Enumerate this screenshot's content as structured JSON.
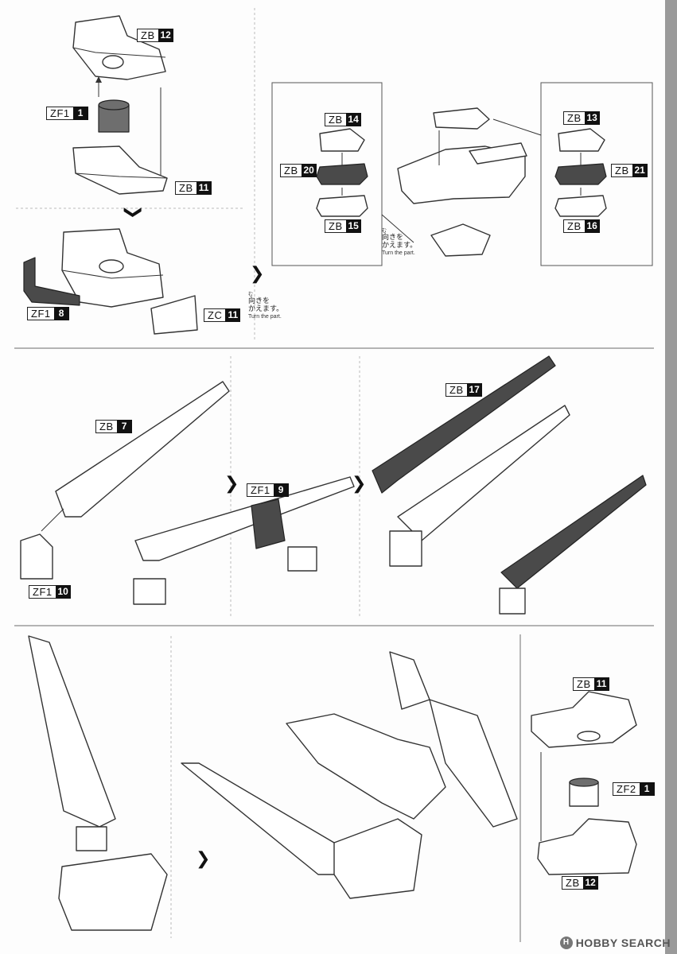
{
  "labels": {
    "s1_zb12": {
      "runner": "ZB",
      "num": "12"
    },
    "s1_zf1_1": {
      "runner": "ZF1",
      "num": "1"
    },
    "s1_zb11": {
      "runner": "ZB",
      "num": "11"
    },
    "s1_zf1_8": {
      "runner": "ZF1",
      "num": "8"
    },
    "s1_zc11": {
      "runner": "ZC",
      "num": "11"
    },
    "s2_zb14": {
      "runner": "ZB",
      "num": "14"
    },
    "s2_zb20": {
      "runner": "ZB",
      "num": "20"
    },
    "s2_zb15": {
      "runner": "ZB",
      "num": "15"
    },
    "s2_zb13": {
      "runner": "ZB",
      "num": "13"
    },
    "s2_zb21": {
      "runner": "ZB",
      "num": "21"
    },
    "s2_zb16": {
      "runner": "ZB",
      "num": "16"
    },
    "s3_zb7": {
      "runner": "ZB",
      "num": "7"
    },
    "s3_zf1_10": {
      "runner": "ZF1",
      "num": "10"
    },
    "s3_zf1_9": {
      "runner": "ZF1",
      "num": "9"
    },
    "s3_zb17": {
      "runner": "ZB",
      "num": "17"
    },
    "s5_zb11": {
      "runner": "ZB",
      "num": "11"
    },
    "s5_zf2_1": {
      "runner": "ZF2",
      "num": "1"
    },
    "s5_zb12": {
      "runner": "ZB",
      "num": "12"
    }
  },
  "notes": {
    "turn1": {
      "jp_ruby": "む",
      "jp_line1": "向きを",
      "jp_line2": "かえます。",
      "en": "Turn the part."
    },
    "turn2": {
      "jp_ruby": "む",
      "jp_line1": "向きを",
      "jp_line2": "かえます。",
      "en": "Turn the part."
    }
  },
  "step_arrows": {
    "down": "❯",
    "right": "❯"
  },
  "watermark": {
    "mark": "H",
    "text": "HOBBY SEARCH"
  }
}
